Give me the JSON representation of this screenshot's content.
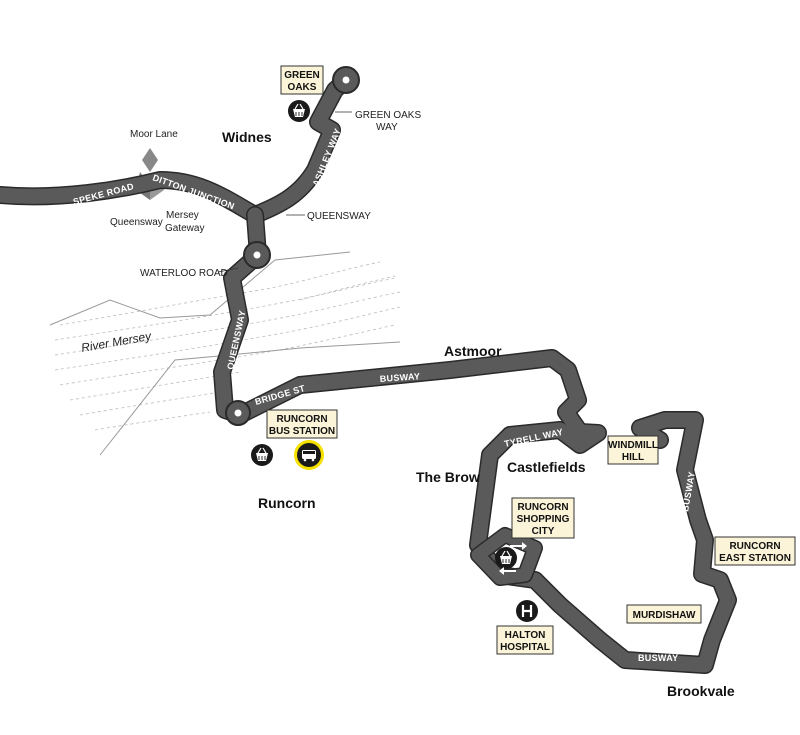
{
  "areas": {
    "widnes": "Widnes",
    "runcorn": "Runcorn",
    "astmoor": "Astmoor",
    "the_brow": "The Brow",
    "castlefields": "Castlefields",
    "brookvale": "Brookvale"
  },
  "river": "River Mersey",
  "roads": {
    "speke_road": "SPEKE ROAD",
    "ditton_junction": "DITTON JUNCTION",
    "ashley_way": "ASHLEY WAY",
    "queensway": "QUEENSWAY",
    "bridge_st": "BRIDGE ST",
    "busway": "BUSWAY",
    "tyrell_way": "TYRELL WAY"
  },
  "callouts": {
    "green_oaks_way_1": "GREEN OAKS",
    "green_oaks_way_2": "WAY",
    "queensway": "QUEENSWAY",
    "waterloo_road": "WATERLOO ROAD",
    "moor_lane": "Moor Lane",
    "queensway_small": "Queensway",
    "mersey_gateway_1": "Mersey",
    "mersey_gateway_2": "Gateway"
  },
  "stops": {
    "green_oaks": [
      "GREEN",
      "OAKS"
    ],
    "runcorn_bus_station": [
      "RUNCORN",
      "BUS STATION"
    ],
    "windmill_hill": [
      "WINDMILL",
      "HILL"
    ],
    "runcorn_shopping_city": [
      "RUNCORN",
      "SHOPPING",
      "CITY"
    ],
    "runcorn_east_station": [
      "RUNCORN",
      "EAST STATION"
    ],
    "murdishaw": [
      "MURDISHAW"
    ],
    "halton_hospital": [
      "HALTON",
      "HOSPITAL"
    ]
  },
  "icons": [
    "shopping-basket-icon",
    "bus-icon",
    "hospital-icon"
  ],
  "colors": {
    "route": "#555555",
    "route_edge": "#2a2a2a",
    "stop_box": "#fbf4d8",
    "bus_highlight": "#f5e000"
  }
}
